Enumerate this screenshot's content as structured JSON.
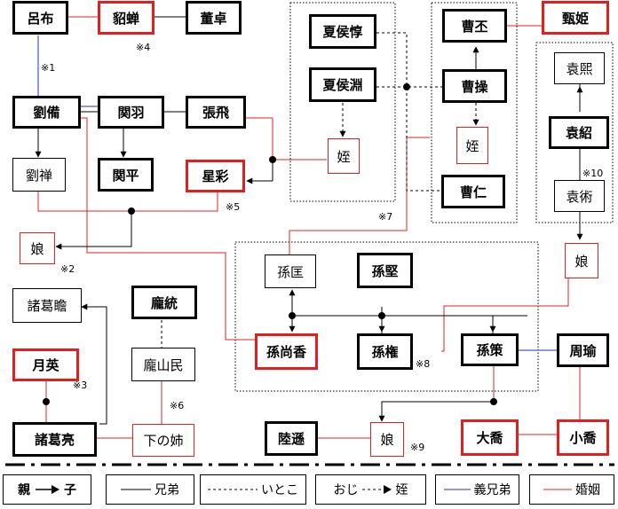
{
  "nodes": {
    "lubu": "呂布",
    "diaochan": "貂蝉",
    "dongzhuo": "董卓",
    "liubei": "劉備",
    "guanyu": "関羽",
    "zhangfei": "張飛",
    "liushan": "劉禅",
    "guanping": "関平",
    "xingcai": "星彩",
    "musume1": "娘",
    "zhugezhan": "諸葛瞻",
    "pangtong": "龐統",
    "pangshanmin": "龐山民",
    "yueying": "月英",
    "zhugeliang": "諸葛亮",
    "shimonoane": "下の姉",
    "xiahoudun": "夏侯惇",
    "xiahouyuan": "夏侯淵",
    "mei1": "姪",
    "caopi": "曹丕",
    "caocao": "曹操",
    "mei2": "姪",
    "caoren": "曹仁",
    "zhenji": "甄姫",
    "yuanxi": "袁煕",
    "yuanshao": "袁紹",
    "yuanshu": "袁術",
    "musume2": "娘",
    "sunkuang": "孫匡",
    "sunjian": "孫堅",
    "sunshangxiang": "孫尚香",
    "sunquan": "孫権",
    "sunce": "孫策",
    "zhouyu": "周瑜",
    "luxun": "陸遜",
    "musume3": "娘",
    "daqiao": "大喬",
    "xiaoqiao": "小喬"
  },
  "notes": {
    "n1": "※1",
    "n2": "※2",
    "n3": "※3",
    "n4": "※4",
    "n5": "※5",
    "n6": "※6",
    "n7": "※7",
    "n8": "※8",
    "n9": "※9",
    "n10": "※10"
  },
  "legend": {
    "parent": "親",
    "child": "子",
    "siblings": "兄弟",
    "cousins": "いとこ",
    "uncle": "おじ",
    "niece": "姪",
    "sworn": "義兄弟",
    "marriage": "婚姻"
  },
  "colors": {
    "red": "#e02020",
    "blue": "#2030c0",
    "black": "#000000"
  }
}
